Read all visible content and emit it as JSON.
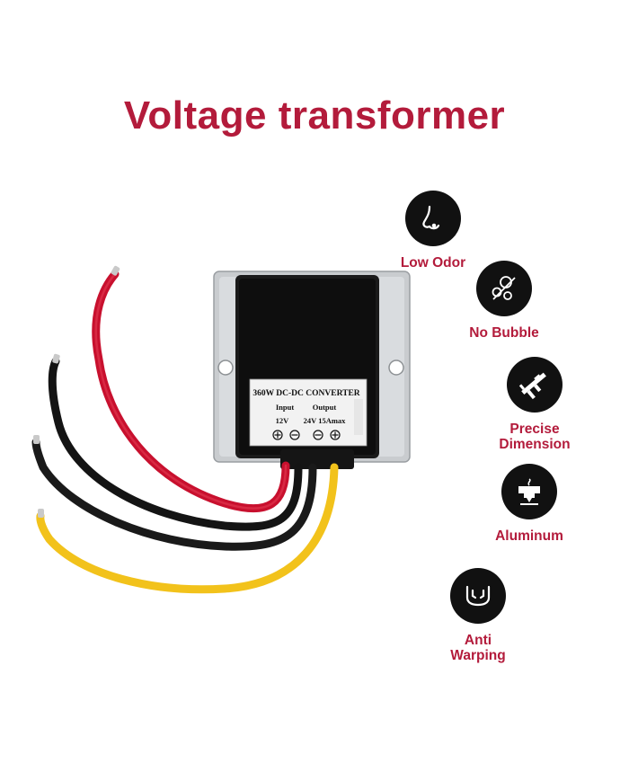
{
  "title": "Voltage transformer",
  "colors": {
    "accent": "#b31b3b",
    "icon_bg": "#111111"
  },
  "product": {
    "label_title": "360W DC-DC CONVERTER",
    "input_label": "Input",
    "output_label": "Output",
    "input_value": "12V",
    "output_value": "24V 15Amax"
  },
  "features": [
    {
      "icon": "nose-icon",
      "label": "Low Odor"
    },
    {
      "icon": "bubble-icon",
      "label": "No Bubble"
    },
    {
      "icon": "caliper-icon",
      "label": "Precise Dimension"
    },
    {
      "icon": "extruder-icon",
      "label": "Aluminum"
    },
    {
      "icon": "warping-icon",
      "label": "Anti Warping"
    }
  ]
}
